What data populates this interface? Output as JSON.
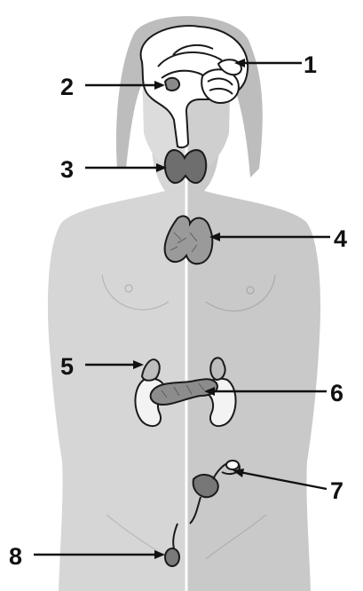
{
  "diagram": {
    "labels": [
      {
        "id": "1",
        "text": "1"
      },
      {
        "id": "2",
        "text": "2"
      },
      {
        "id": "3",
        "text": "3"
      },
      {
        "id": "4",
        "text": "4"
      },
      {
        "id": "5",
        "text": "5"
      },
      {
        "id": "6",
        "text": "6"
      },
      {
        "id": "7",
        "text": "7"
      },
      {
        "id": "8",
        "text": "8"
      }
    ]
  },
  "colors": {
    "body_left": "#d6d6d6",
    "body_right": "#c9c9c9",
    "hair": "#bdbdbd",
    "gland_dark": "#6e6e6e",
    "gland_mid": "#9a9a9a",
    "organ_light": "#f3f3f3",
    "outline": "#1a1a1a"
  }
}
